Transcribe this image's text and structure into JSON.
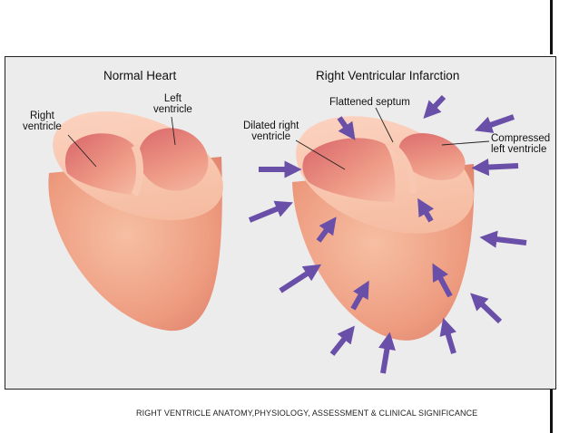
{
  "panels": {
    "normal": {
      "title": "Normal Heart",
      "labels": {
        "right_ventricle": "Right\nventricle",
        "left_ventricle": "Left\nventricle"
      }
    },
    "infarction": {
      "title": "Right Ventricular Infarction",
      "labels": {
        "flattened_septum": "Flattened septum",
        "dilated_right_ventricle": "Dilated right\nventricle",
        "compressed_left_ventricle": "Compressed\nleft ventricle"
      }
    }
  },
  "caption": "RIGHT VENTRICLE  ANATOMY,PHYSIOLOGY, ASSESSMENT & CLINICAL SIGNIFICANCE",
  "colors": {
    "background": "#ececec",
    "heart_outer": "#f2a889",
    "heart_inner": "#e5786c",
    "arrow": "#6a4fa8",
    "arrow_inner": "#f0c0a0"
  }
}
